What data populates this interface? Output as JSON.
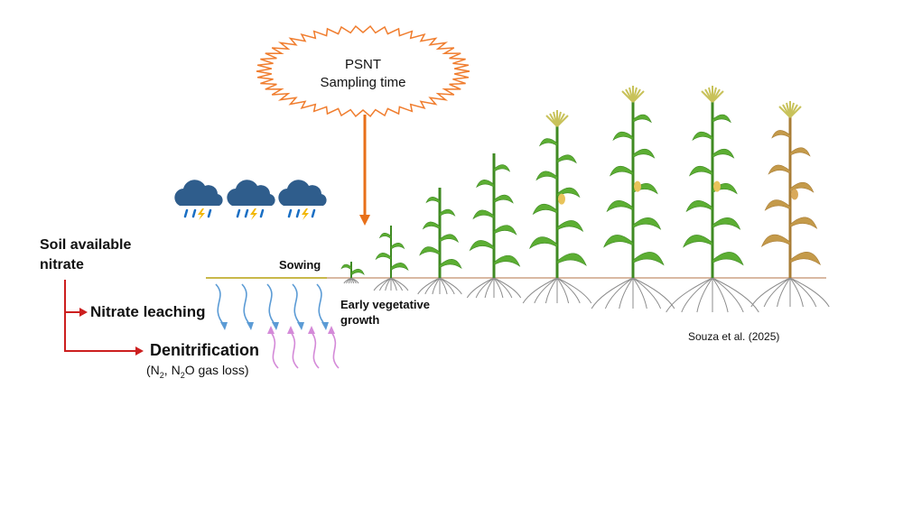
{
  "callout": {
    "line1": "PSNT",
    "line2": "Sampling time"
  },
  "labels": {
    "soil_available_nitrate_line1": "Soil available",
    "soil_available_nitrate_line2": "nitrate",
    "nitrate_leaching": "Nitrate leaching",
    "denitrification": "Denitrification",
    "gas_loss_open": "(N",
    "gas_loss_sub1": "2",
    "gas_loss_mid": ", N",
    "gas_loss_sub2": "2",
    "gas_loss_end": "O gas loss)",
    "sowing": "Sowing",
    "early_vegetative_line1": "Early vegetative",
    "early_vegetative_line2": "growth",
    "citation": "Souza et al. (2025)"
  },
  "colors": {
    "burst_stroke": "#f07d2e",
    "arrow": "#e8701a",
    "cloud": "#2f5d8c",
    "rain": "#1a6fc4",
    "lightning": "#f2b705",
    "bracket": "#cc1f1f",
    "leaching_arrow": "#5b9bd5",
    "denitrification_arrow": "#d48ad8",
    "ground": "#d9b9a3",
    "leaf": "#5cae33",
    "leaf_dark": "#3f8a22",
    "senescent": "#c49a4a",
    "tassel": "#c8c25a",
    "root": "#8c8c8c"
  },
  "icons": [
    "rain-cloud-icon",
    "rain-cloud-icon",
    "rain-cloud-icon"
  ]
}
